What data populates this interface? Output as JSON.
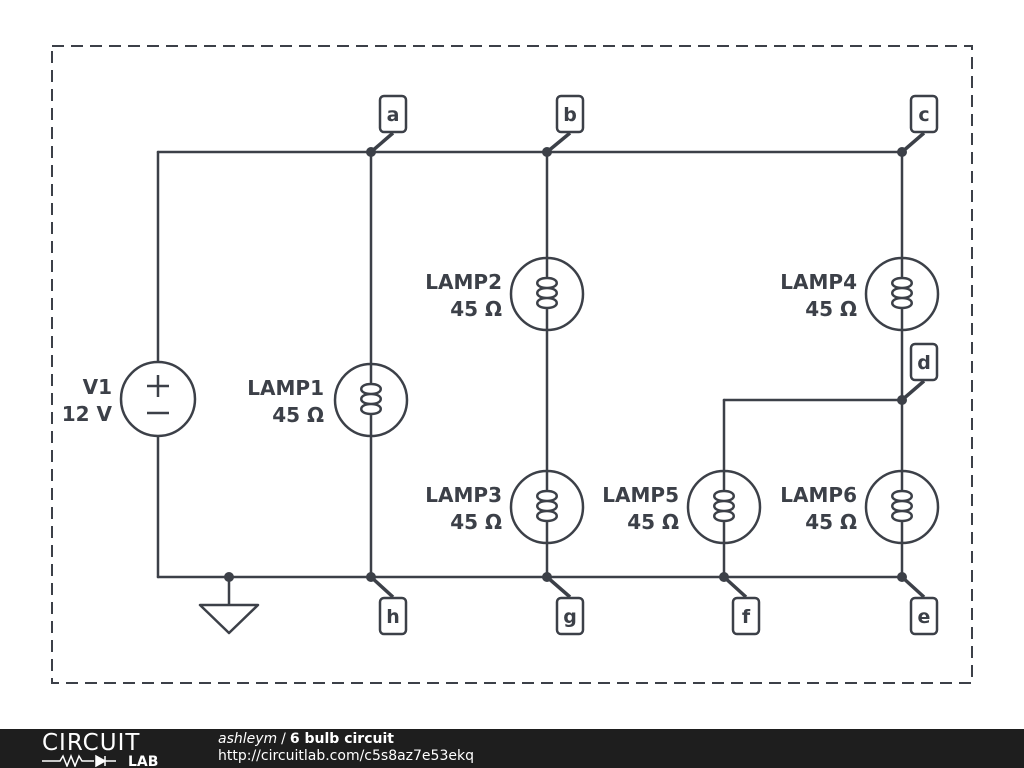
{
  "schematic": {
    "source": {
      "name": "V1",
      "value": "12 V",
      "plus": "+",
      "minus": "−"
    },
    "lamps": [
      {
        "name": "LAMP1",
        "value": "45 Ω"
      },
      {
        "name": "LAMP2",
        "value": "45 Ω"
      },
      {
        "name": "LAMP3",
        "value": "45 Ω"
      },
      {
        "name": "LAMP4",
        "value": "45 Ω"
      },
      {
        "name": "LAMP5",
        "value": "45 Ω"
      },
      {
        "name": "LAMP6",
        "value": "45 Ω"
      }
    ],
    "nodes": [
      "a",
      "b",
      "c",
      "d",
      "e",
      "f",
      "g",
      "h"
    ]
  },
  "footer": {
    "logo_top": "CIRCUIT",
    "logo_bottom": "LAB",
    "author": "ashleym",
    "separator": "/",
    "title": "6 bulb circuit",
    "url": "http://circuitlab.com/c5s8az7e53ekq"
  },
  "colors": {
    "wire": "#3c4048",
    "footer_bg": "#1e1e1e"
  },
  "icons": [
    "voltage-source-icon",
    "lamp-icon",
    "ground-icon",
    "resistor-icon",
    "diode-icon"
  ]
}
